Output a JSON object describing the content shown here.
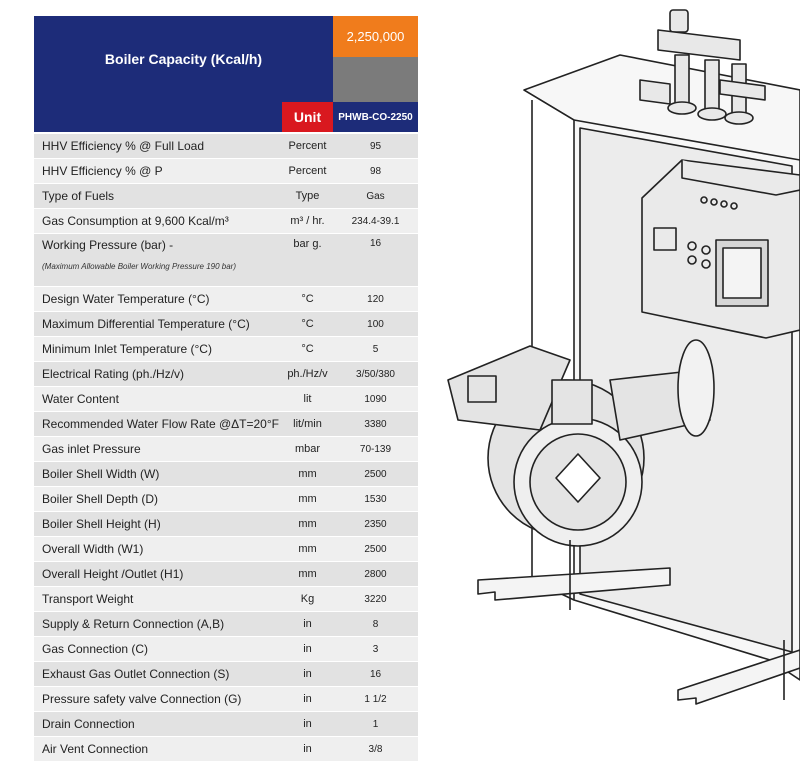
{
  "header": {
    "title": "Boiler Capacity (Kcal/h)",
    "capacity": "2,250,000",
    "unit_label": "Unit",
    "model": "PHWB-CO-2250"
  },
  "rows": [
    {
      "param": "HHV Efficiency % @ Full Load",
      "unit": "Percent",
      "value": "95"
    },
    {
      "param": "HHV Efficiency % @ P",
      "unit": "Percent",
      "value": "98"
    },
    {
      "param": "Type of Fuels",
      "unit": "Type",
      "value": "Gas"
    },
    {
      "param": "Gas Consumption at 9,600 Kcal/m³",
      "unit": "m³ / hr.",
      "value": "234.4-39.1"
    },
    {
      "param": "Working Pressure (bar) -",
      "note": "(Maximum Allowable Boiler Working Pressure 190 bar)",
      "unit": "bar g.",
      "value": "16"
    },
    {
      "param": "Design  Water Temperature  (°C)",
      "unit": "°C",
      "value": "120"
    },
    {
      "param": "Maximum Differential Temperature (°C)",
      "unit": "°C",
      "value": "100"
    },
    {
      "param": "Minimum Inlet Temperature (°C)",
      "unit": "°C",
      "value": "5"
    },
    {
      "param": "Electrical Rating (ph./Hz/v)",
      "unit": "ph./Hz/v",
      "value": "3/50/380"
    },
    {
      "param": "Water Content",
      "unit": "lit",
      "value": "1090"
    },
    {
      "param": "Recommended Water Flow Rate @ΔT=20°F",
      "unit": "lit/min",
      "value": "3380"
    },
    {
      "param": "Gas inlet Pressure",
      "unit": "mbar",
      "value": "70-139"
    },
    {
      "param": "Boiler Shell Width (W)",
      "unit": "mm",
      "value": "2500"
    },
    {
      "param": "Boiler Shell Depth (D)",
      "unit": "mm",
      "value": "1530"
    },
    {
      "param": "Boiler Shell Height (H)",
      "unit": "mm",
      "value": "2350"
    },
    {
      "param": "Overall Width (W1)",
      "unit": "mm",
      "value": "2500"
    },
    {
      "param": "Overall Height /Outlet (H1)",
      "unit": "mm",
      "value": "2800"
    },
    {
      "param": "Transport Weight",
      "unit": "Kg",
      "value": "3220"
    },
    {
      "param": "Supply & Return Connection (A,B)",
      "unit": "in",
      "value": "8"
    },
    {
      "param": "Gas Connection (C)",
      "unit": "in",
      "value": "3"
    },
    {
      "param": "Exhaust Gas Outlet Connection (S)",
      "unit": "in",
      "value": "16"
    },
    {
      "param": "Pressure safety valve Connection (G)",
      "unit": "in",
      "value": "1 1/2"
    },
    {
      "param": "Drain Connection",
      "unit": "in",
      "value": "1"
    },
    {
      "param": "Air Vent Connection",
      "unit": "in",
      "value": "3/8"
    }
  ],
  "colors": {
    "navy": "#1d2c79",
    "orange": "#f07c1c",
    "red": "#d9181f",
    "gray": "#7b7b7b"
  }
}
